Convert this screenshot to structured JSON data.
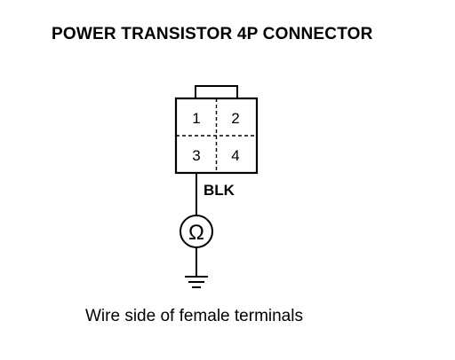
{
  "title": "POWER TRANSISTOR 4P CONNECTOR",
  "connector": {
    "pins": [
      "1",
      "2",
      "3",
      "4"
    ]
  },
  "wire": {
    "color_label": "BLK"
  },
  "meter": {
    "symbol": "Ω"
  },
  "caption": "Wire side of female terminals"
}
